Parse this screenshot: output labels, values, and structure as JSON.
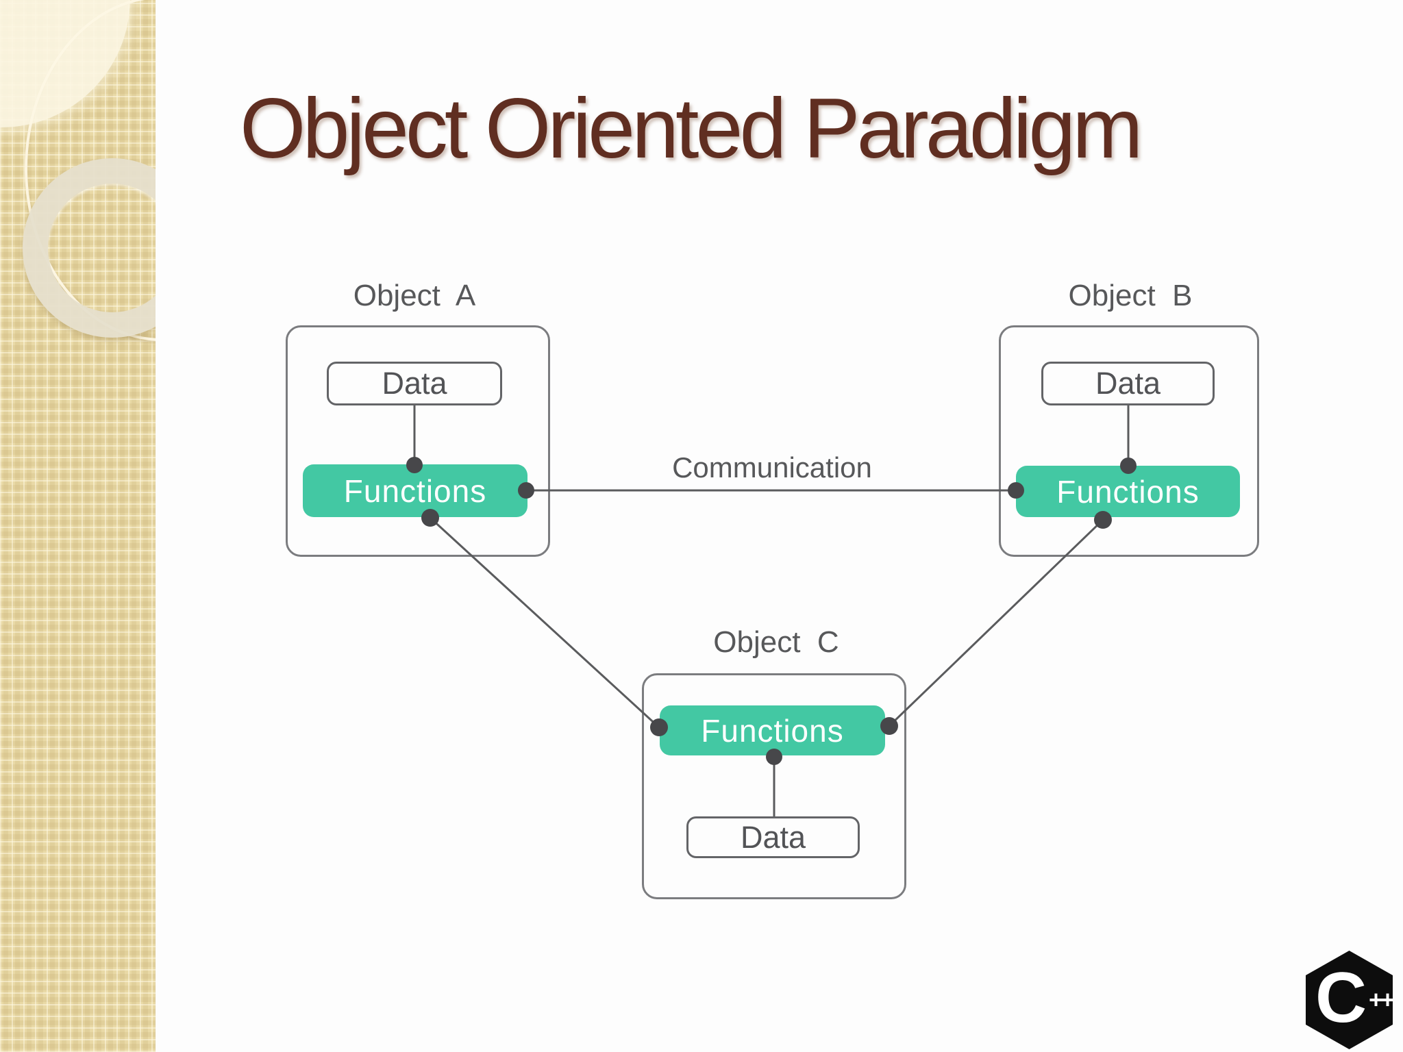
{
  "slide": {
    "title": "Object Oriented Paradigm",
    "title_color": "#602e21",
    "background_color": "#fdfdfd"
  },
  "sidebar_decoration": {
    "base_color": "#e9d9a6"
  },
  "diagram": {
    "communication_label": "Communication",
    "functions_fill_color": "#43c8a3",
    "line_color": "#5a5b5d",
    "label_color": "#57585a",
    "objects": [
      {
        "title": "Object  A",
        "data_label": "Data",
        "functions_label": "Functions"
      },
      {
        "title": "Object  B",
        "data_label": "Data",
        "functions_label": "Functions"
      },
      {
        "title": "Object  C",
        "data_label": "Data",
        "functions_label": "Functions"
      }
    ]
  },
  "logo": {
    "letter": "C",
    "suffix": "++"
  }
}
